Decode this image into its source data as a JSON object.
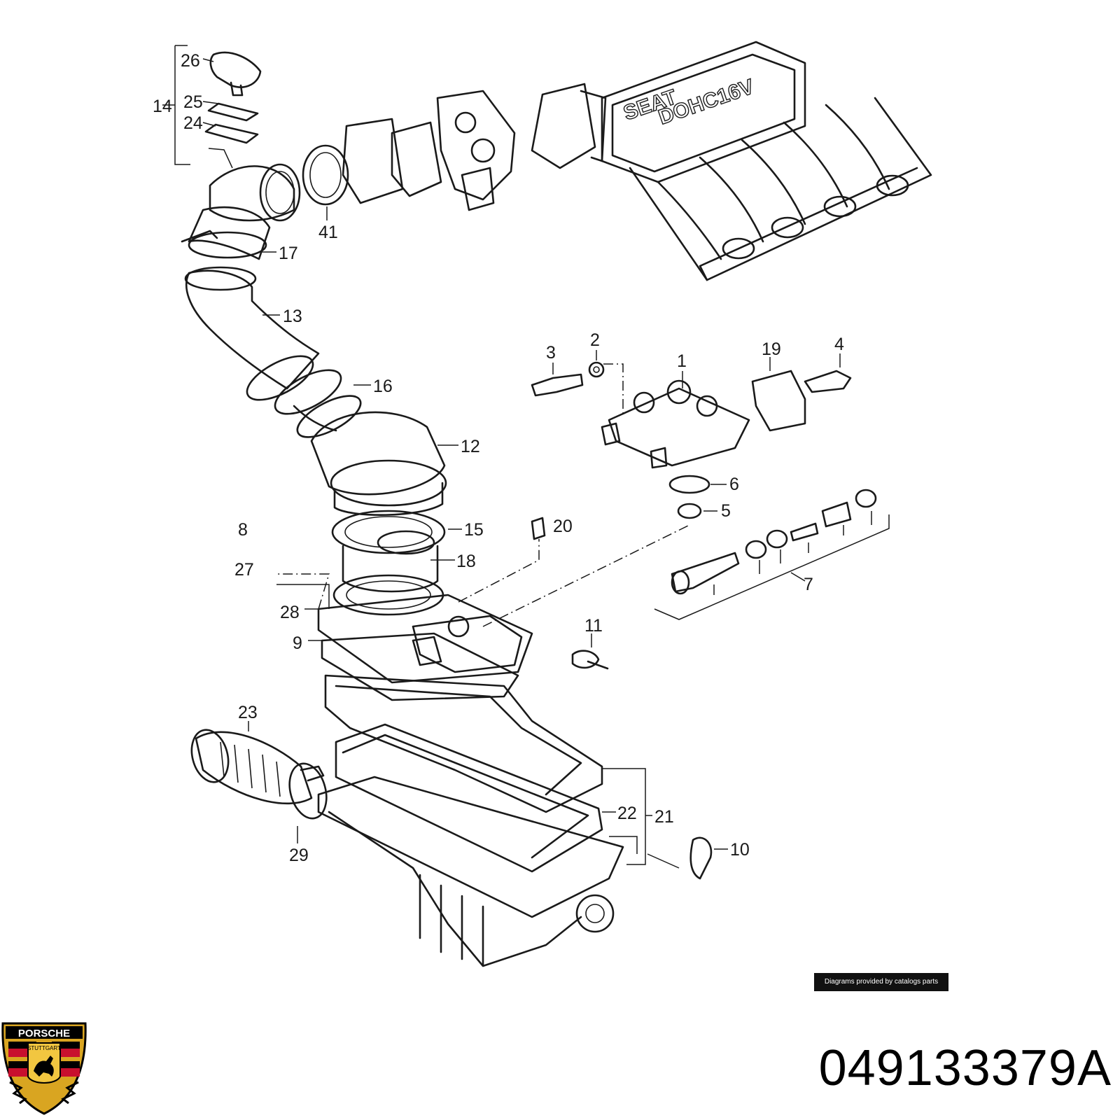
{
  "diagram": {
    "emblem_text": [
      "SEAT",
      "DOHC16V"
    ],
    "callouts": [
      "26",
      "25",
      "24",
      "14",
      "41",
      "17",
      "13",
      "16",
      "12",
      "15",
      "18",
      "28",
      "9",
      "8",
      "27",
      "20",
      "3",
      "2",
      "1",
      "19",
      "4",
      "6",
      "5",
      "7",
      "11",
      "23",
      "29",
      "22",
      "21",
      "10"
    ]
  },
  "footer": {
    "credit": "Diagrams provided by catalogs parts",
    "part_number": "049133379A"
  },
  "logo": {
    "brand": "PORSCHE",
    "city": "STUTTGART",
    "colors": {
      "gold": "#d9a521",
      "red": "#c8102e",
      "black": "#000000"
    }
  }
}
